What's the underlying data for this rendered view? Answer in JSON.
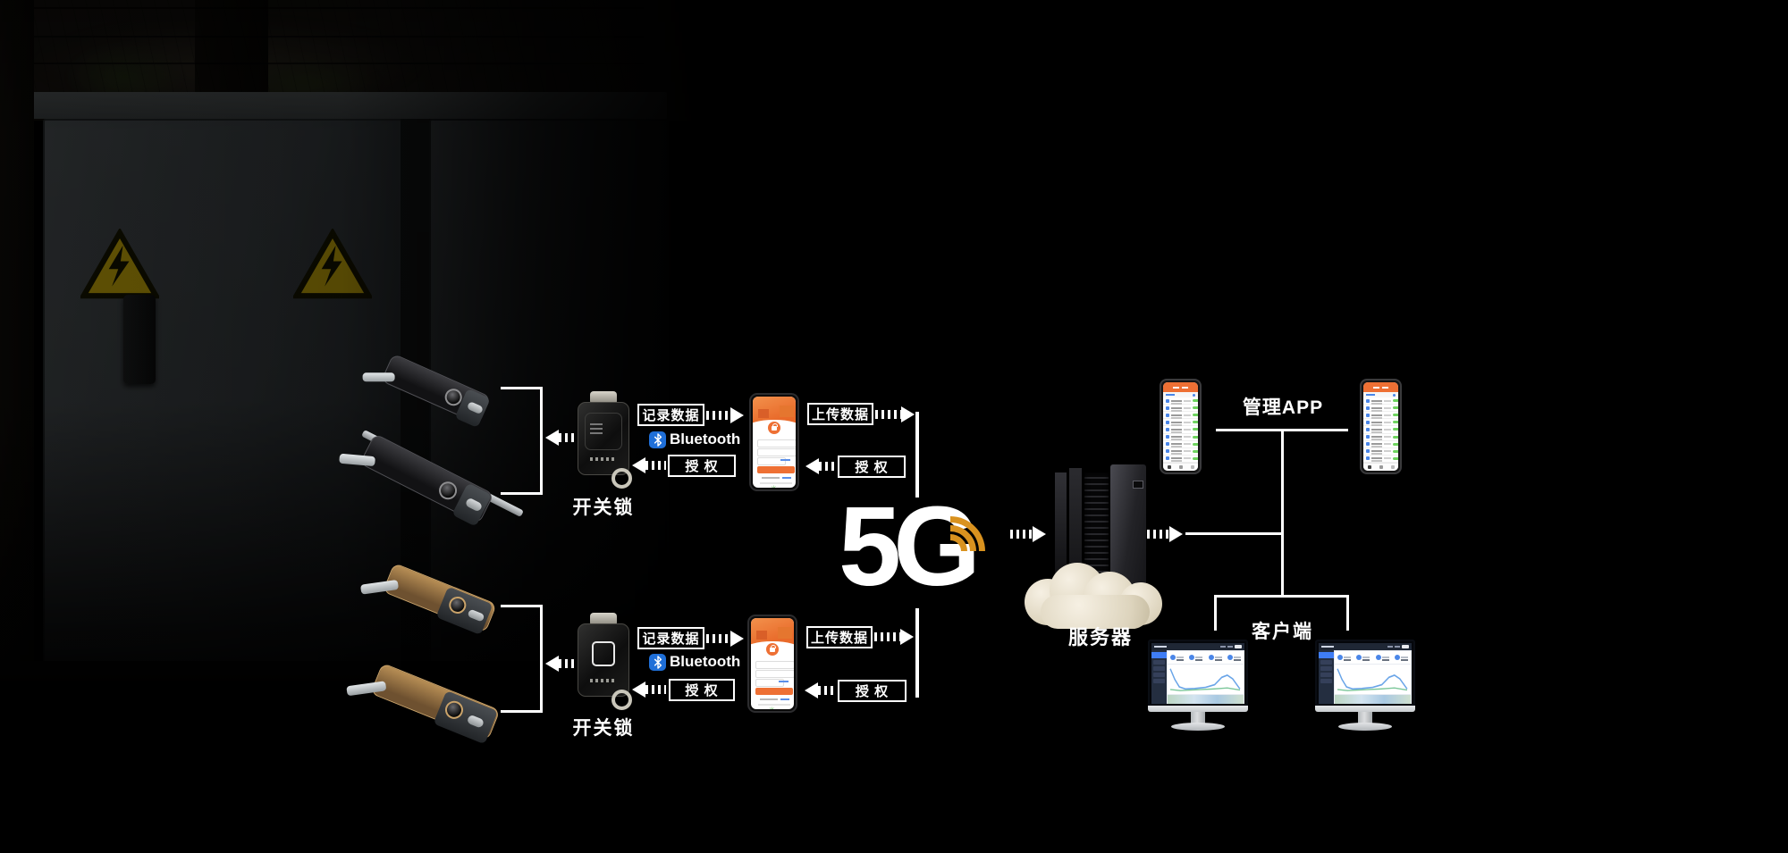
{
  "groups": {
    "g1": {
      "device_label": "开关锁",
      "record": "记录数据",
      "bluetooth": "Bluetooth",
      "auth_left": "授 权",
      "upload": "上传数据",
      "auth_right": "授 权"
    },
    "g2": {
      "device_label": "开关锁",
      "record": "记录数据",
      "bluetooth": "Bluetooth",
      "auth_left": "授 权",
      "upload": "上传数据",
      "auth_right": "授 权"
    }
  },
  "network": {
    "logo": "5G"
  },
  "server": {
    "label": "服务器"
  },
  "management": {
    "label": "管理APP"
  },
  "client": {
    "label": "客户端"
  },
  "colors": {
    "wifi_orange": "#d9921f",
    "app_orange": "#ee7034",
    "bluetooth_blue": "#1f6fd8",
    "badge_green": "#6fd35f",
    "line_white": "#ffffff"
  }
}
